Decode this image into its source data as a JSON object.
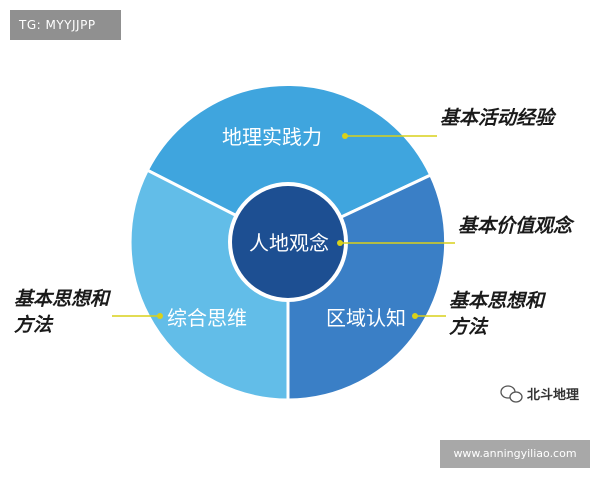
{
  "watermark_top": "TG: MYYJJPP",
  "watermark_bottom": "www.anningyiliao.com",
  "source_credit": "北斗地理",
  "diagram": {
    "center": "人地观念",
    "segments": {
      "top": "地理实践力",
      "left": "综合思维",
      "right": "区域认知"
    },
    "annotations": {
      "practice": "基本活动经验",
      "values": "基本价值观念",
      "method_left_line1": "基本思想和",
      "method_left_line2": "方法",
      "method_right_line1": "基本思想和",
      "method_right_line2": "方法"
    },
    "colors": {
      "top_segment": "#3fa5de",
      "left_segment": "#62bde8",
      "right_segment": "#3a7fc6",
      "center": "#1d4f92",
      "connector": "#d9d11a"
    }
  }
}
